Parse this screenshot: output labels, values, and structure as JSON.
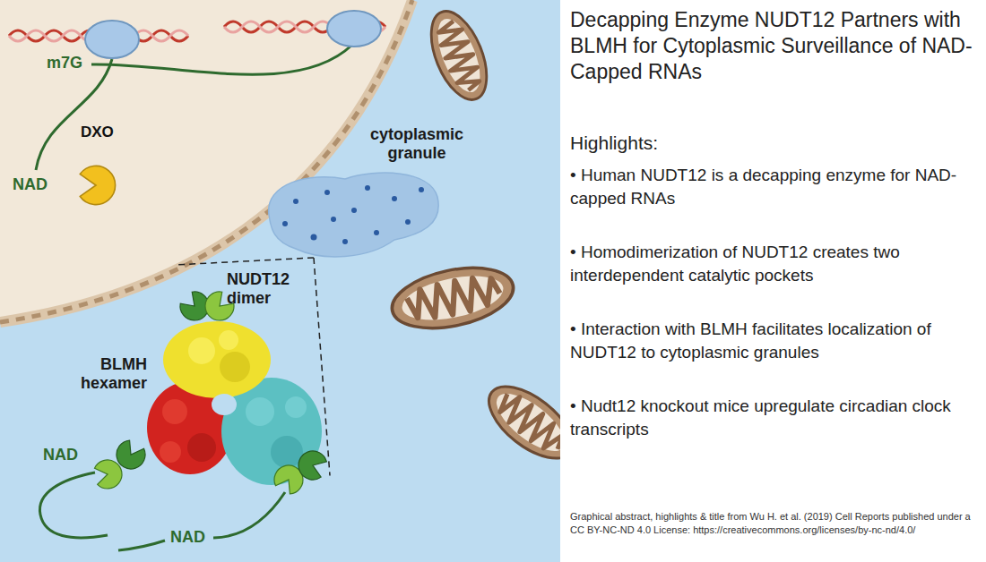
{
  "diagram": {
    "title": "Decapping Enzyme NUDT12 Partners with BLMH for Cytoplasmic Surveillance of NAD-Capped RNAs",
    "caption": "Graphical abstract, highlights & title from Wu H. et al. (2019) Cell Reports published under a CC BY-NC-ND 4.0 License: https://creativecommons.org/licenses/by-nc-nd/4.0/",
    "nodes": [
      {
        "text": [
          "cytoplasmic granule"
        ]
      },
      {
        "text": [
          "NUDT12 dimer"
        ]
      },
      {
        "text": [
          "BLMH hexamer"
        ]
      }
    ],
    "edges": [
      {
        "from": 0,
        "to": 1,
        "arrow": "none"
      },
      {
        "from": 0,
        "to": 2,
        "arrow": "none"
      }
    ],
    "labels": [
      "m7G",
      "DXO",
      "NAD",
      "NAD",
      "NAD",
      "Highlights:",
      "• Human NUDT12 is a decapping enzyme for NAD-capped RNAs",
      "• Homodimerization of NUDT12 creates two interdependent catalytic pockets",
      "• Interaction with BLMH facilitates localization of NUDT12 to cytoplasmic granules",
      "• Nudt12 knockout mice upregulate circadian clock transcripts"
    ]
  }
}
